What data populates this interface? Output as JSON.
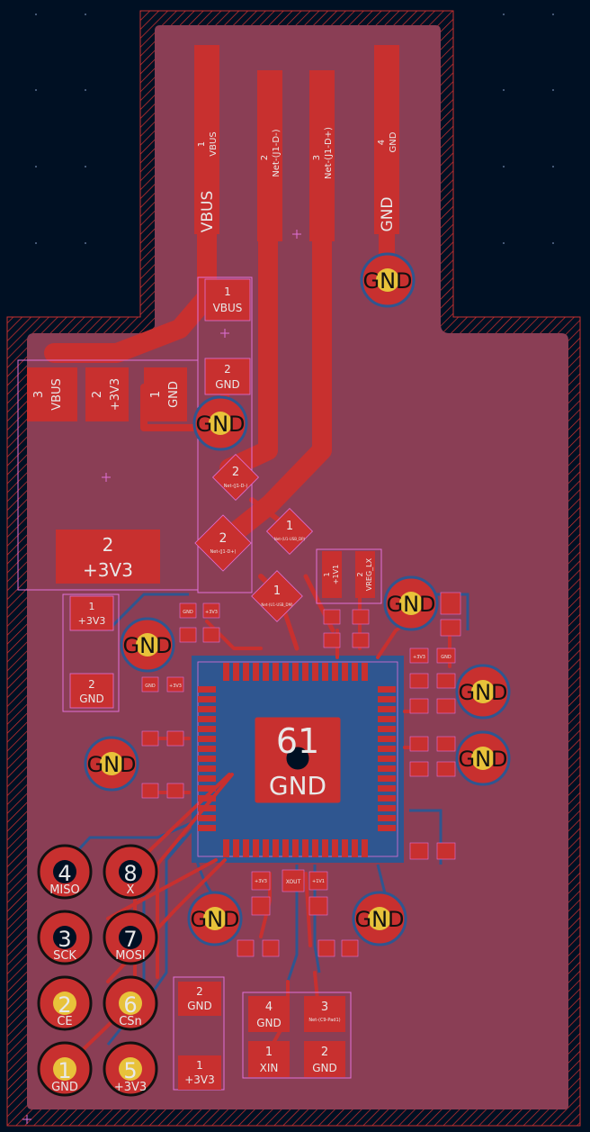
{
  "colors": {
    "background": "#001023",
    "board": "#8a3e55",
    "copper": "#c8302f",
    "pad_hole": "#e8c23a",
    "edge_hatch": "#c8302f",
    "back_copper": "#2f5690",
    "silk": "#e8e8e8",
    "courtyard": "#e070d8"
  },
  "usb": {
    "pad1_num": "1",
    "pad1_net": "VBUS",
    "pad2_num": "2",
    "pad2_net": "Net-(J1-D-)",
    "pad3_num": "3",
    "pad3_net": "Net-(J1-D+)",
    "pad4_num": "4",
    "pad4_net": "GND",
    "big_vbus": "VBUS",
    "big_gnd": "GND"
  },
  "vias": {
    "label": "GND"
  },
  "pads": {
    "c1_num": "1",
    "c1_net": "VBUS",
    "c2_num": "2",
    "c2_net": "GND",
    "reg3_num": "3",
    "reg3_net": "VBUS",
    "reg2_num": "2",
    "reg2_net": "+3V3",
    "reg1_num": "1",
    "reg1_net": "GND",
    "tab_num": "2",
    "tab_net": "+3V3",
    "d1_num": "2",
    "d1_net": "Net-(J1-D-)",
    "d2_num": "2",
    "d2_net": "Net-(J1-D+)",
    "r1_num": "1",
    "r1_net": "Net-(U1-USB_DP)",
    "r2_num": "1",
    "r2_net": "Net-(U1-USB_DM)",
    "cap_a1_num": "1",
    "cap_a1_net": "+3V3",
    "cap_a2_num": "2",
    "cap_a2_net": "GND",
    "l1_num": "1",
    "l1_net": "+1V1",
    "l2_num": "2",
    "l2_net": "VREG_LX",
    "small_gnd": "GND",
    "small_3v3": "+3V3",
    "small_1v1": "+1V1",
    "r_gnd_num": "2",
    "r_gnd_net": "GND",
    "xout": "XOUT",
    "cap_b2_num": "2",
    "cap_b2_net": "GND",
    "cap_b1_num": "1",
    "cap_b1_net": "+3V3",
    "x4_num": "4",
    "x4_net": "GND",
    "x3_num": "3",
    "x3_net": "Net-(C9-Pad1)",
    "x1_num": "1",
    "x1_net": "XIN",
    "x2_num": "2",
    "x2_net": "GND"
  },
  "mcu": {
    "ep_num": "61",
    "ep_net": "GND"
  },
  "header": {
    "p4_num": "4",
    "p4_name": "MISO",
    "p8_num": "8",
    "p8_name": "X",
    "p3_num": "3",
    "p3_name": "SCK",
    "p7_num": "7",
    "p7_name": "MOSI",
    "p2_num": "2",
    "p2_name": "CE",
    "p6_num": "6",
    "p6_name": "CSn",
    "p1_num": "1",
    "p1_name": "GND",
    "p5_num": "5",
    "p5_name": "+3V3"
  }
}
